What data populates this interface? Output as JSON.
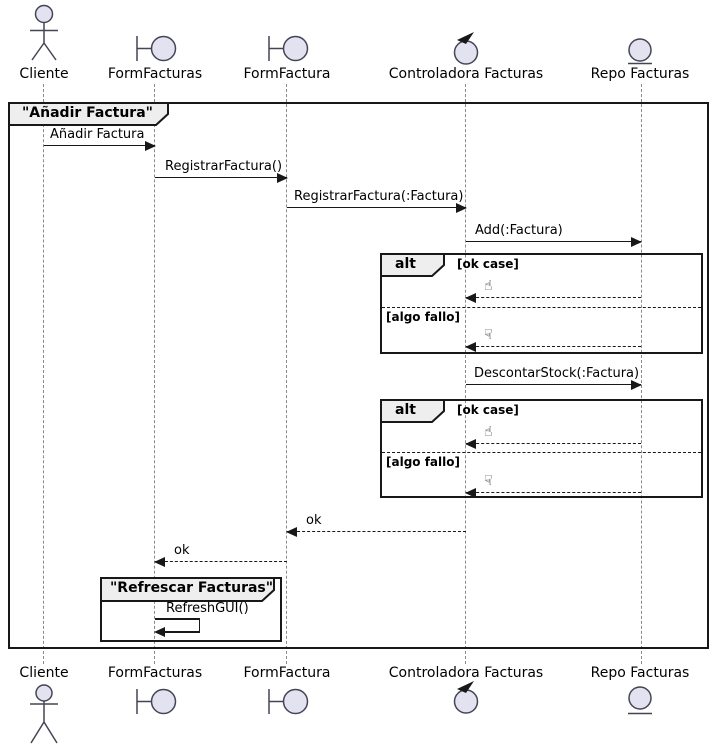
{
  "participants": [
    {
      "name": "Cliente",
      "type": "actor"
    },
    {
      "name": "FormFacturas",
      "type": "boundary"
    },
    {
      "name": "FormFactura",
      "type": "boundary"
    },
    {
      "name": "Controladora Facturas",
      "type": "control"
    },
    {
      "name": "Repo Facturas",
      "type": "entity"
    }
  ],
  "frames": {
    "main": {
      "title": "\"Añadir Factura\""
    },
    "refresh": {
      "title": "\"Refrescar Facturas\""
    }
  },
  "messages": {
    "anadir_factura": "Añadir Factura",
    "registrar_factura": "RegistrarFactura()",
    "registrar_factura_param": "RegistrarFactura(:Factura)",
    "add_factura": "Add(:Factura)",
    "descontar_stock": "DescontarStock(:Factura)",
    "ok_to_formfactura": "ok",
    "ok_to_formfacturas": "ok",
    "refresh_gui": "RefreshGUI()"
  },
  "fragments": [
    {
      "operator": "alt",
      "guard_ok": "[ok case]",
      "guard_fail": "[algo fallo]",
      "ok_icon": "☝",
      "fail_icon": "☟"
    },
    {
      "operator": "alt",
      "guard_ok": "[ok case]",
      "guard_fail": "[algo fallo]",
      "ok_icon": "☝",
      "fail_icon": "☟"
    }
  ],
  "colors": {
    "participant_fill": "#E2E2F0",
    "line": "#181818",
    "tab_fill": "#EEEEEE"
  }
}
